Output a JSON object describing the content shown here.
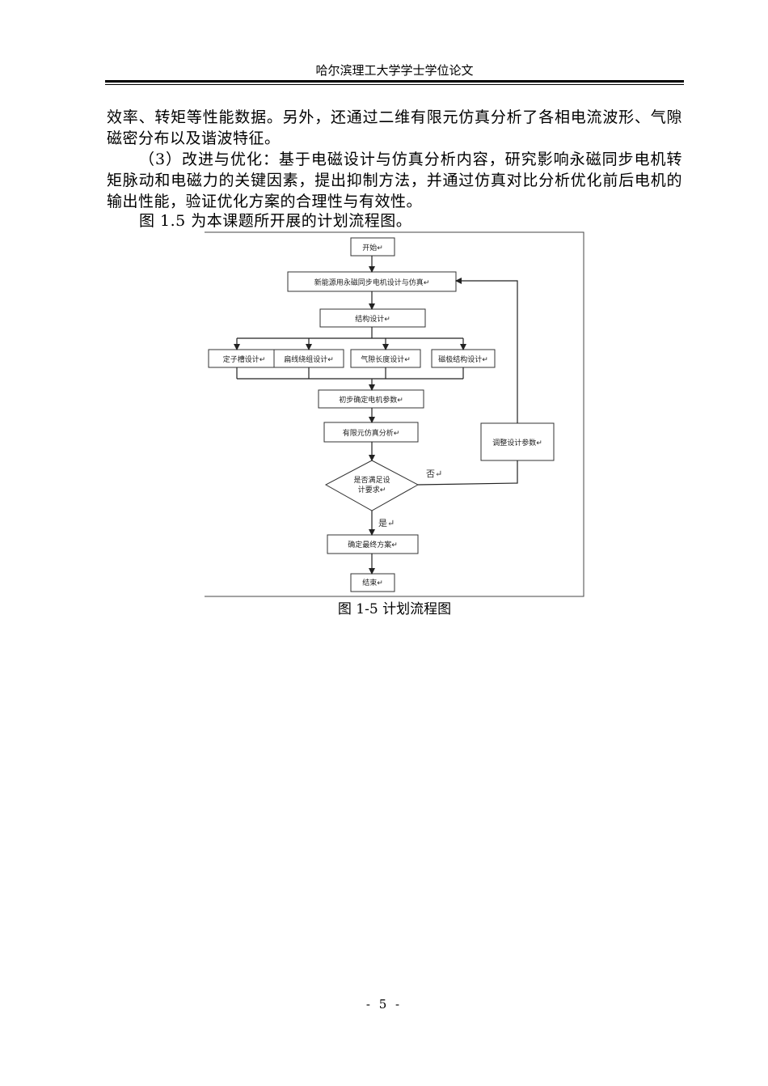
{
  "header": {
    "title": "哈尔滨理工大学学士学位论文"
  },
  "paragraphs": {
    "p1": "效率、转矩等性能数据。另外，还通过二维有限元仿真分析了各相电流波形、气隙磁密分布以及谐波特征。",
    "p2": "（3）改进与优化：基于电磁设计与仿真分析内容，研究影响永磁同步电机转矩脉动和电磁力的关键因素，提出抑制方法，并通过仿真对比分析优化前后电机的输出性能，验证优化方案的合理性与有效性。",
    "p3": "图 1.5 为本课题所开展的计划流程图。"
  },
  "flowchart": {
    "start": "开始↵",
    "main_design": "新能源用永磁同步电机设计与仿真↵",
    "structure": "结构设计↵",
    "stator_slot": "定子槽设计↵",
    "flat_winding": "扁线绕组设计↵",
    "air_gap": "气隙长度设计↵",
    "magnet": "磁极结构设计↵",
    "initial_params": "初步确定电机参数↵",
    "fea": "有限元仿真分析↵",
    "decision_line1": "是否满足设",
    "decision_line2": "计要求↵",
    "no_label": "否↵",
    "yes_label": "是↵",
    "adjust": "调整设计参数↵",
    "final_plan": "确定最终方案↵",
    "end": "结束↵"
  },
  "caption": {
    "text": "图 1-5  计划流程图"
  },
  "footer": {
    "page_number": "- 5 -"
  }
}
